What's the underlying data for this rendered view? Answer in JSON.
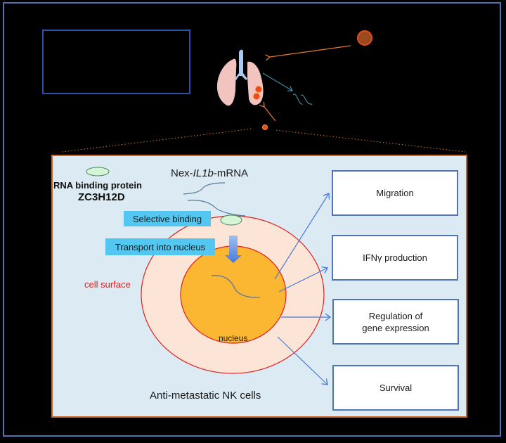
{
  "figure": {
    "title_box_text": "",
    "panel": {
      "rbp_label_line1": "RNA binding protein",
      "rbp_label_line2": "ZC3H12D",
      "mrna_label_prefix": "Nex-",
      "mrna_label_italic": "IL1b",
      "mrna_label_suffix": "-mRNA",
      "selective_binding": "Selective binding",
      "transport_into_nucleus": "Transport into nucleus",
      "cell_surface": "cell surface",
      "nucleus": "nucleus",
      "caption": "Anti-metastatic NK cells"
    },
    "outcomes": [
      {
        "label_line1": "Migration",
        "label_line2": ""
      },
      {
        "label_line1": "IFNγ production",
        "label_line2": ""
      },
      {
        "label_line1": "Regulation of",
        "label_line2": "gene expression"
      },
      {
        "label_line1": "Survival",
        "label_line2": ""
      }
    ],
    "colors": {
      "background": "#000000",
      "frame": "#4f74b8",
      "panel_bg": "#dcebf3",
      "panel_border": "#c8652a",
      "cell_fill": "#fce4d6",
      "cell_stroke": "#e02020",
      "nucleus_fill": "#fbb731",
      "protein_fill": "#d6f5d6",
      "lung_fill": "#f2c4c0",
      "trachea_fill": "#a9cdf0",
      "tumor_fill": "#e8491d",
      "arrow_blue": "#4a78d8",
      "arrow_orange": "#e07a30",
      "arrow_teal": "#3a8aa0",
      "cyan_label": "#53c7f0",
      "cell_surface_text": "#e02020"
    }
  }
}
